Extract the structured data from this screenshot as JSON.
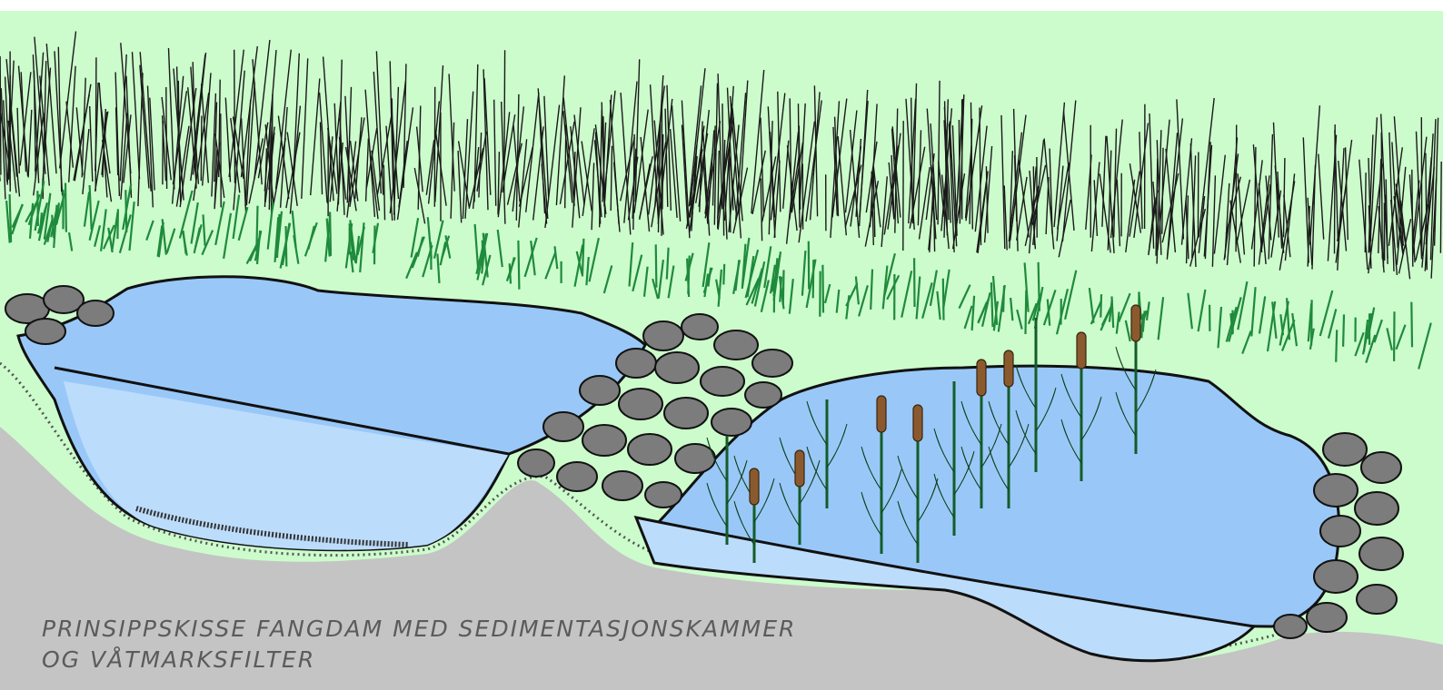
{
  "caption": {
    "line1": "PRINSIPPSKISSE FANGDAM MED SEDIMENTASJONSKAMMER",
    "line2": "OG VÅTMARKSFILTER"
  },
  "colors": {
    "sky": "#ccfccc",
    "ground": "#c4c4c4",
    "water_light": "#bcdcfc",
    "water_mid": "#99c8f8",
    "stone": "#7c7c7c",
    "reed_green": "#1f8a3c",
    "cattail_brown": "#8a5a2e"
  },
  "icons": [
    "grass-strokes",
    "stone-dam",
    "cattail-plants",
    "water-surface"
  ]
}
